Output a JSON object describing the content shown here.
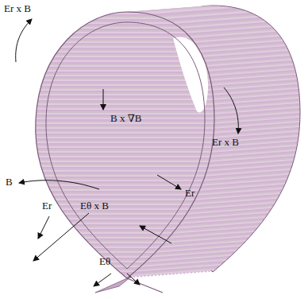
{
  "diagram": {
    "labels": [
      "Er x B",
      "B x ∇B",
      "Er x B",
      "B",
      "Er",
      "Eθ x B",
      "Er",
      "Eθ"
    ]
  }
}
